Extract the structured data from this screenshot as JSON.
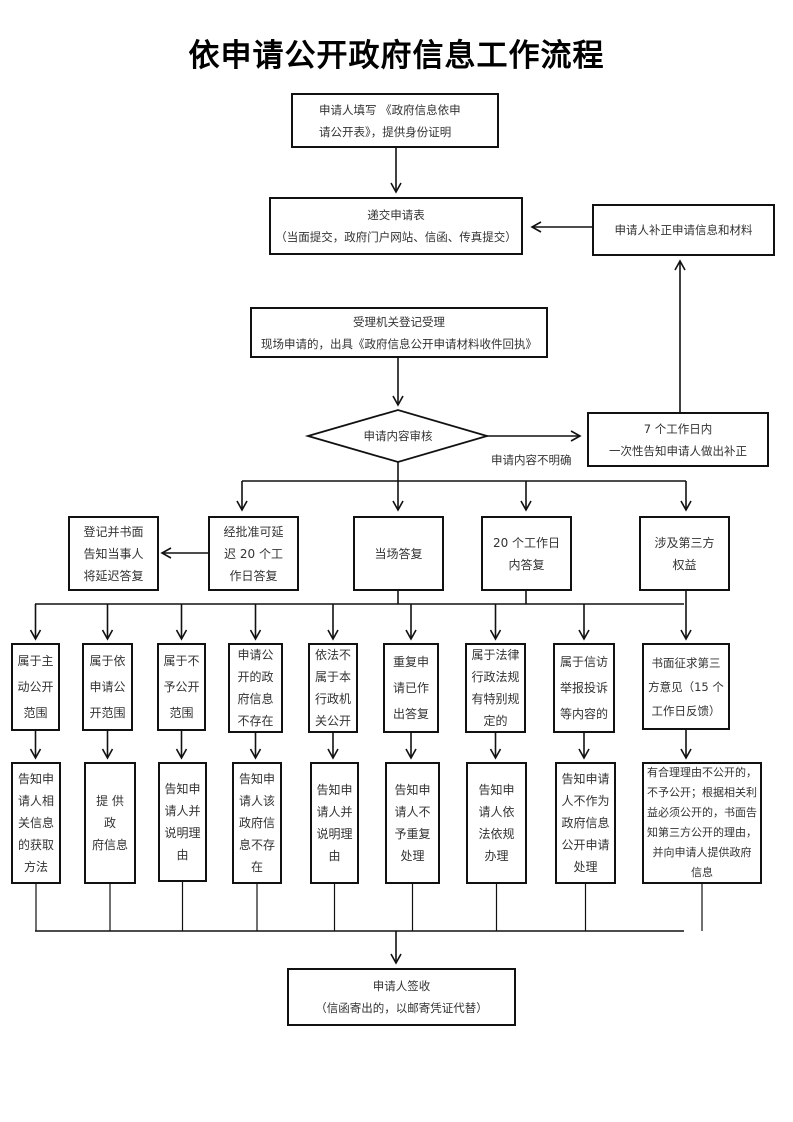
{
  "title": "依申请公开政府信息工作流程",
  "nodes": {
    "fill_form": [
      "申请人填写 《政府信息依申",
      "请公开表》，提供身份证明"
    ],
    "submit": [
      "递交申请表",
      "（当面提交，政府门户网站、信函、传真提交）"
    ],
    "supplement": [
      "申请人补正申请信息和材料"
    ],
    "register": [
      "受理机关登记受理",
      "现场申请的，出具《政府信息公开申请材料收件回执》"
    ],
    "review": "申请内容审核",
    "unclear_label": "申请内容不明确",
    "notify_7days": [
      "7 个工作日内",
      "一次性告知申请人做出补正"
    ],
    "notify_delay": [
      "登记并书面",
      "告知当事人",
      "将延迟答复"
    ],
    "extend_20": [
      "经批准可延",
      "迟 20 个工",
      "作日答复"
    ],
    "on_site": [
      "当场答复"
    ],
    "within_20": [
      "20 个工作日",
      "内答复"
    ],
    "third_party": [
      "涉及第三方",
      "权益"
    ]
  },
  "categories": [
    [
      "属于主",
      "动公开",
      "范围"
    ],
    [
      "属于依",
      "申请公",
      "开范围"
    ],
    [
      "属于不",
      "予公开",
      "范围"
    ],
    [
      "申请公",
      "开的政",
      "府信息",
      "不存在"
    ],
    [
      "依法不",
      "属于本",
      "行政机",
      "关公开"
    ],
    [
      "重复申",
      "请已作",
      "出答复"
    ],
    [
      "属于法律",
      "行政法规",
      "有特别规",
      "定的"
    ],
    [
      "属于信访",
      "举报投诉",
      "等内容的"
    ],
    [
      "书面征求第三",
      "方意见（15 个",
      "工作日反馈）"
    ]
  ],
  "responses": [
    [
      "告知申",
      "请人相",
      "关信息",
      "的获取",
      "方法"
    ],
    [
      "提 供 政",
      "府信息"
    ],
    [
      "告知申",
      "请人并",
      "说明理",
      "由"
    ],
    [
      "告知申",
      "请人该",
      "政府信",
      "息不存",
      "在"
    ],
    [
      "告知申",
      "请人并",
      "说明理",
      "由"
    ],
    [
      "告知申",
      "请人不",
      "予重复",
      "处理"
    ],
    [
      "告知申",
      "请人依",
      "法依规",
      "办理"
    ],
    [
      "告知申请",
      "人不作为",
      "政府信息",
      "公开申请",
      "处理"
    ],
    [
      "有合理理由不公开的，",
      "不予公开；根据相关利",
      "益必须公开的，书面告",
      "知第三方公开的理由，",
      "并向申请人提供政府",
      "信息"
    ]
  ],
  "final": [
    "申请人签收",
    "（信函寄出的，以邮寄凭证代替）"
  ]
}
